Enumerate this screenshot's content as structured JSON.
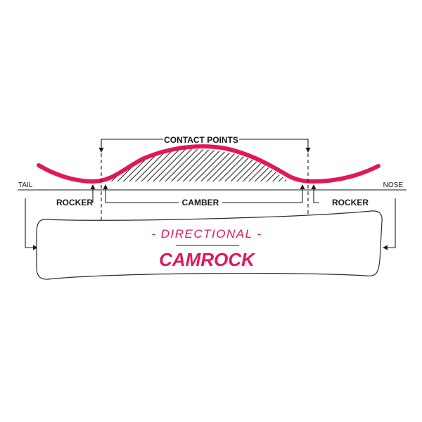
{
  "diagram": {
    "labels": {
      "contact_points": "CONTACT POINTS",
      "tail": "TAIL",
      "nose": "NOSE",
      "rocker_left": "ROCKER",
      "camber": "CAMBER",
      "rocker_right": "ROCKER"
    },
    "board": {
      "subtitle": "- DIRECTIONAL -",
      "title": "CAMROCK"
    },
    "colors": {
      "accent": "#e0185a",
      "line": "#1a1a1a",
      "hatch": "#2a2a2a"
    }
  }
}
